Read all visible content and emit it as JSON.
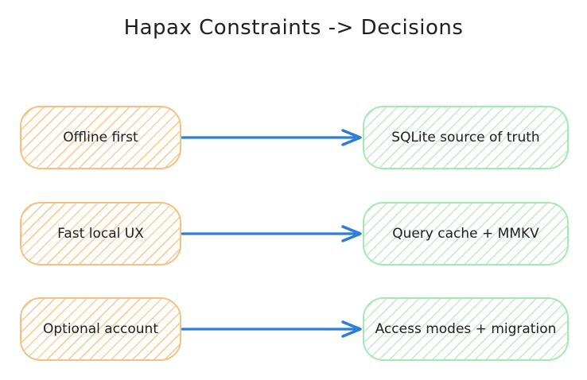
{
  "title": "Hapax Constraints -> Decisions",
  "diagram": {
    "type": "mapping",
    "rows": [
      {
        "constraint": "Offline first",
        "decision": "SQLite source of truth"
      },
      {
        "constraint": "Fast local UX",
        "decision": "Query cache + MMKV"
      },
      {
        "constraint": "Optional account",
        "decision": "Access modes + migration"
      }
    ],
    "connector_icon": "arrow-right"
  },
  "colors": {
    "arrow": "#2d7dd6",
    "constraint_border": "#f4c184",
    "constraint_hatch": "#f7cfa0",
    "decision_border": "#a6e8b2",
    "decision_hatch": "#bdedc6",
    "text": "#1f1f1f",
    "background": "#ffffff"
  }
}
